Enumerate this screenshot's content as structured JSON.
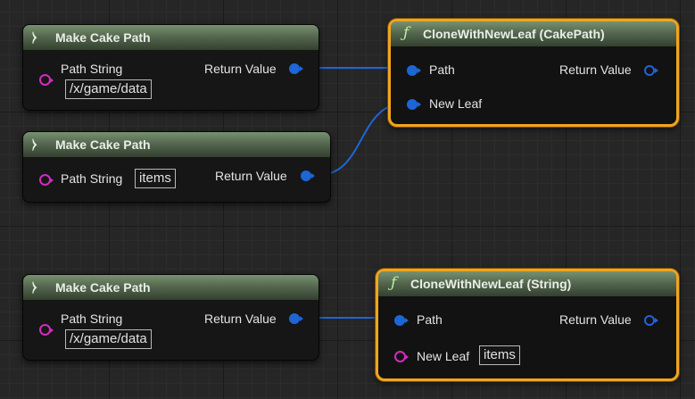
{
  "colors": {
    "wire_struct": "#1e66d6",
    "wire_string": "#d32bbf",
    "function_outline": "#f0a51e",
    "header_green": "#55684f"
  },
  "icons": {
    "make_node": "make-struct-icon",
    "function_node": "function-f-icon"
  },
  "nodes": {
    "make1": {
      "title": "Make Cake Path",
      "input_label": "Path String",
      "input_value": "/x/game/data",
      "output_label": "Return Value"
    },
    "make2": {
      "title": "Make Cake Path",
      "input_label": "Path String",
      "input_value": "items",
      "output_label": "Return Value"
    },
    "make3": {
      "title": "Make Cake Path",
      "input_label": "Path String",
      "input_value": "/x/game/data",
      "output_label": "Return Value"
    },
    "fn1": {
      "icon_glyph": "ƒ",
      "title": "CloneWithNewLeaf (CakePath)",
      "input1_label": "Path",
      "input2_label": "New Leaf",
      "output_label": "Return Value"
    },
    "fn2": {
      "icon_glyph": "ƒ",
      "title": "CloneWithNewLeaf (String)",
      "input1_label": "Path",
      "input2_label": "New Leaf",
      "input2_value": "items",
      "output_label": "Return Value"
    }
  }
}
